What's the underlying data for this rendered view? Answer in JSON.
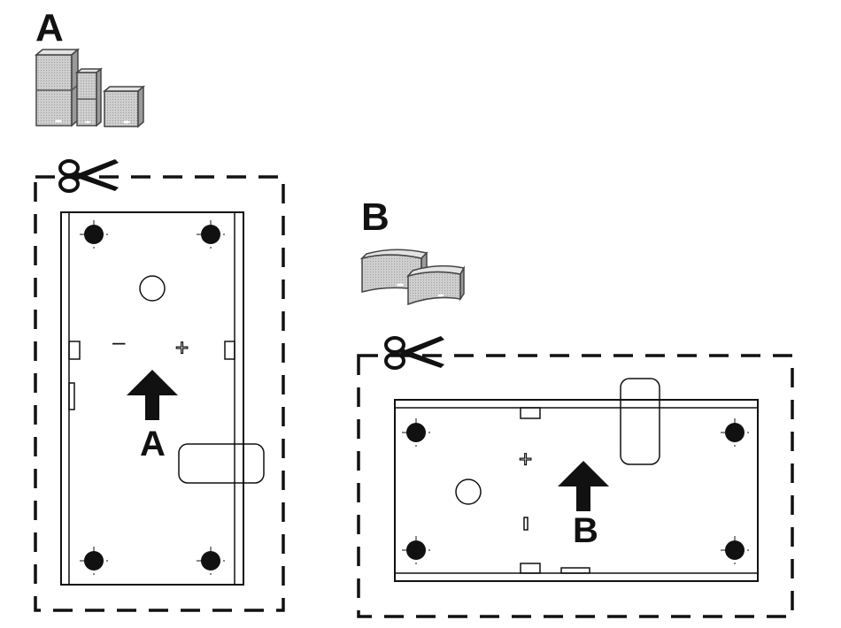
{
  "template_a": {
    "label": "A",
    "arrow_label": "A",
    "minus_sign": "–",
    "plus_sign": "+"
  },
  "template_b": {
    "label": "B",
    "arrow_label": "B",
    "plus_sign": "+"
  },
  "icons": {
    "cut": "scissors-icon",
    "speakers_a": "cube-speakers-icon",
    "speakers_b": "horizontal-speakers-icon"
  },
  "colors": {
    "ink": "#111111",
    "speaker_grey": "#c9c9c9"
  }
}
